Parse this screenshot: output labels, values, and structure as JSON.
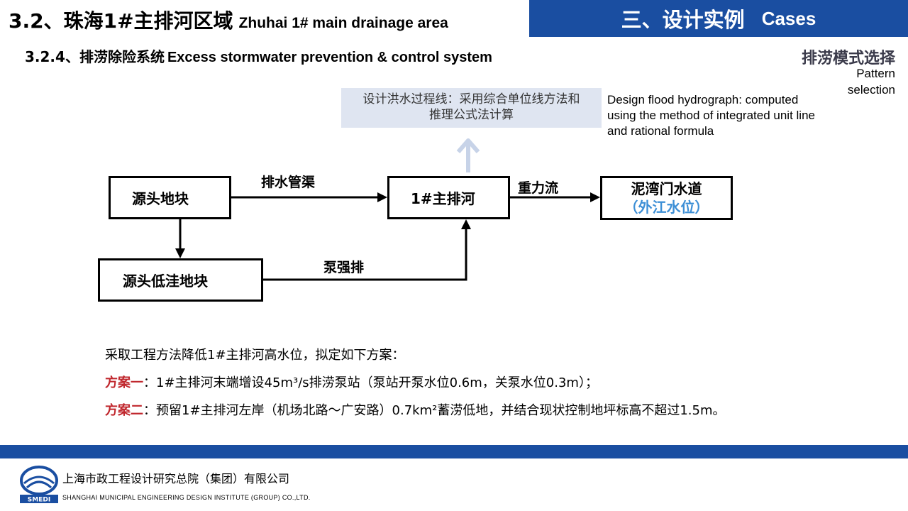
{
  "header": {
    "title_cn": "3.2、珠海1#主排河区域",
    "title_en": "Zhuhai 1# main drainage area",
    "banner_cn": "三、设计实例",
    "banner_en": "Cases",
    "banner_color": "#1a4ea1"
  },
  "subtitle": {
    "cn": "3.2.4、排涝除险系统",
    "en": "Excess stormwater prevention & control system"
  },
  "pattern": {
    "cn": "排涝模式选择",
    "en": "Pattern selection"
  },
  "flood_hydrograph": {
    "cn_line1": "设计洪水过程线：采用综合单位线方法和",
    "cn_line2": "推理公式法计算",
    "en": "Design flood hydrograph: computed using the method of integrated unit line and rational formula"
  },
  "diagram": {
    "nodes": {
      "source": "源头地块",
      "main_river": "1#主排河",
      "low_lying": "源头低洼地块",
      "outlet": "泥湾门水道",
      "outlet_sub": "（外江水位）"
    },
    "edges": {
      "pipe": "排水管渠",
      "gravity": "重力流",
      "pump": "泵强排"
    },
    "accent_color": "#3d8fd6"
  },
  "plans": {
    "intro": "采取工程方法降低1#主排河高水位，拟定如下方案：",
    "plan1_label": "方案一",
    "plan1_text": "：1#主排河末端增设45m³/s排涝泵站（泵站开泵水位0.6m，关泵水位0.3m）；",
    "plan2_label": "方案二",
    "plan2_text": "：预留1#主排河左岸（机场北路～广安路）0.7km²蓄涝低地，并结合现状控制地坪标高不超过1.5m。",
    "highlight_color": "#c0272d"
  },
  "footer": {
    "org_cn": "上海市政工程设计研究总院（集团）有限公司",
    "org_en": "SHANGHAI MUNICIPAL ENGINEERING DESIGN INSTITUTE (GROUP) CO.,LTD.",
    "logo_text": "SMEDI"
  }
}
